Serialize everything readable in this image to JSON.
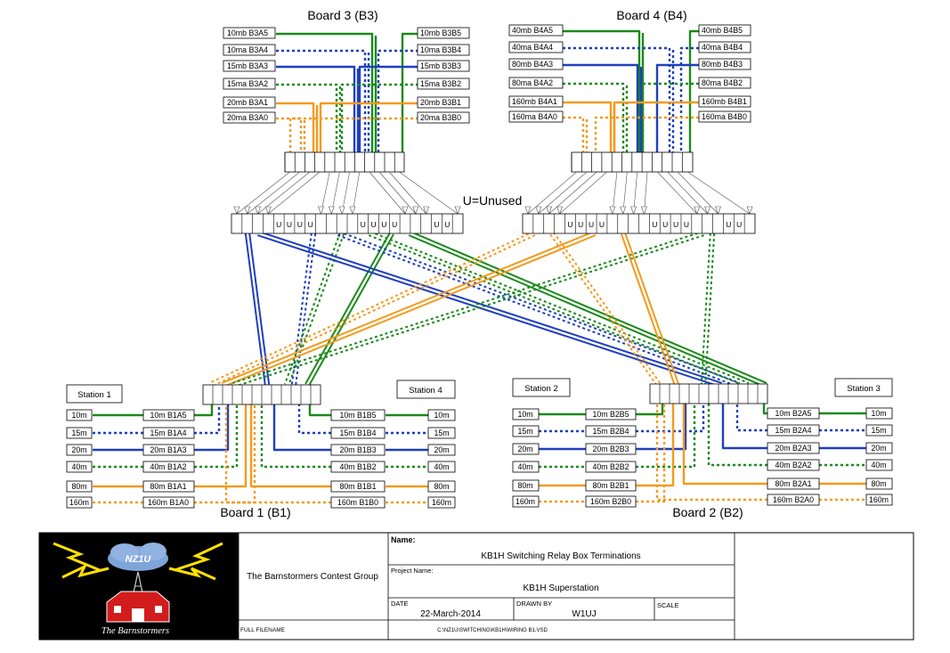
{
  "board3": {
    "title": "Board 3 (B3)",
    "left": [
      "10mb  B3A5",
      "10ma  B3A4",
      "15mb B3A3",
      "15ma B3A2",
      "20mb  B3A1",
      "20ma  B3A0"
    ],
    "right": [
      "10mb  B3B5",
      "10ma  B3B4",
      "15mb B3B3",
      "15ma  B3B2",
      "20mb  B3B1",
      "20ma  B3B0"
    ]
  },
  "board4": {
    "title": "Board 4 (B4)",
    "left": [
      "40mb  B4A5",
      "40ma B4A4",
      "80mb  B4A3",
      "80ma  B4A2",
      "160mb B4A1",
      "160ma B4A0"
    ],
    "right": [
      "40mb  B4B5",
      "40ma  B4B4",
      "80mb  B4B3",
      "80ma  B4B2",
      "160mb B4B1",
      "160ma B4B0"
    ]
  },
  "unused_label": "U=Unused",
  "unused_mark": "U",
  "board1": {
    "title": "Board 1 (B1)",
    "station_left": "Station 1",
    "station_right": "Station 4",
    "bands": [
      "10m",
      "15m",
      "20m",
      "40m",
      "80m",
      "160m"
    ],
    "left": [
      "10m  B1A5",
      "15m  B1A4",
      "20m  B1A3",
      "40m  B1A2",
      "80m  B1A1",
      "160m  B1A0"
    ],
    "right": [
      "10m  B1B5",
      "15m  B1B4",
      "20m  B1B3",
      "40m  B1B2",
      "80m  B1B1",
      "160m  B1B0"
    ]
  },
  "board2": {
    "title": "Board 2 (B2)",
    "station_left": "Station 2",
    "station_right": "Station 3",
    "bands": [
      "10m",
      "15m",
      "20m",
      "40m",
      "80m",
      "160m"
    ],
    "left": [
      "10m  B2B5",
      "15m  B2B4",
      "20m  B2B3",
      "40m  B2B2",
      "80m  B2B1",
      "160m  B2B0"
    ],
    "right": [
      "10m  B2A5",
      "15m  B2A4",
      "20m  B2A3",
      "40m  B2A2",
      "80m  B2A1",
      "160m  B2A0"
    ]
  },
  "title_block": {
    "logo_text": "The Barnstormers",
    "logo_badge": "NZ1U",
    "group": "The Barnstormers Contest Group",
    "name_label": "Name:",
    "name": "KB1H Switching Relay Box Terminations",
    "project_label": "Project Name:",
    "project": "KB1H Superstation",
    "date_label": "DATE",
    "date": "22-March-2014",
    "drawn_label": "DRAWN BY",
    "drawn": "W1UJ",
    "scale_label": "SCALE",
    "file_label": "FULL FILENAME",
    "file": "C:\\NZ1U\\SWITCHING\\KB1H\\WIRING B1.VSD"
  },
  "colors": {
    "green": "#1a8a1a",
    "blue": "#1f3fbf",
    "orange": "#f39a1e",
    "black": "#000000"
  }
}
